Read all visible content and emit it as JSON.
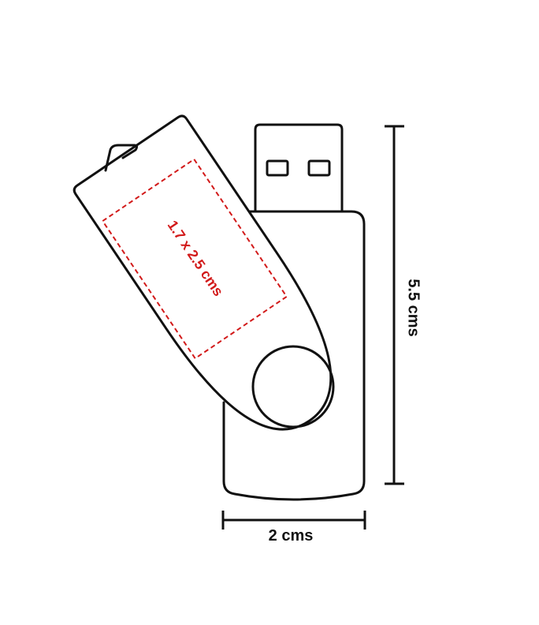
{
  "diagram": {
    "print_area_label": "1.7 x 2.5 cms",
    "height_label": "5.5 cms",
    "width_label": "2 cms"
  },
  "colors": {
    "outline": "#111111",
    "print_area": "#d21a1a",
    "background": "#ffffff"
  }
}
